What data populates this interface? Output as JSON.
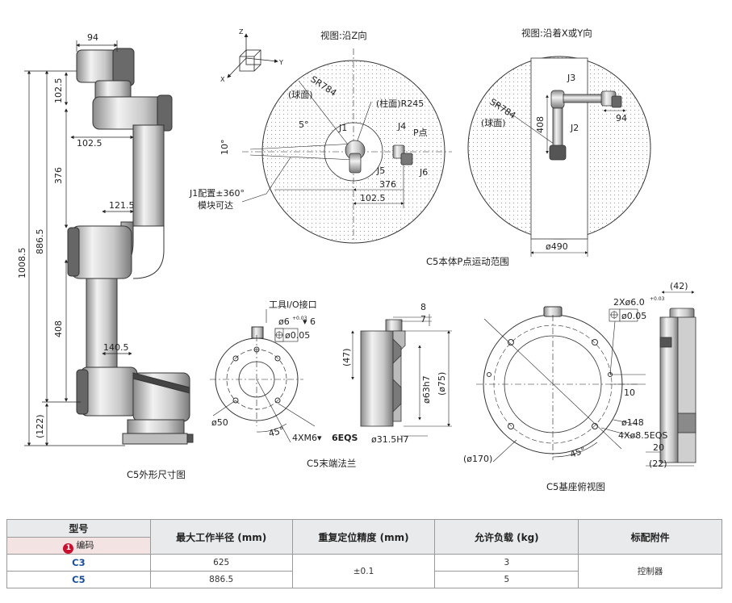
{
  "side_view": {
    "caption": "C5外形尺寸图",
    "dims": {
      "top_width": "94",
      "upper_offset": "102.5",
      "shoulder_offset": "102.5",
      "upper_arm": "376",
      "elbow_offset": "121.5",
      "total_reach": "886.5",
      "total_height": "1008.5",
      "forearm": "408",
      "wrist_offset": "140.5",
      "base_height": "(122)"
    }
  },
  "z_view": {
    "title": "视图:沿Z向",
    "axis_z": "Z",
    "axis_x": "X",
    "axis_y": "Y",
    "sphere_radius": "SR784",
    "sphere_note": "(球面)",
    "cylinder_radius": "(柱面)R245",
    "angle_5": "5°",
    "angle_10": "10°",
    "j1": "J1",
    "j4": "J4",
    "p_point": "P点",
    "j5": "J5",
    "j6": "J6",
    "dim_376": "376",
    "dim_102_5": "102.5",
    "note_line1": "J1配置±360°",
    "note_line2": "模块可达"
  },
  "xy_view": {
    "title": "视图:沿着X或Y向",
    "j3": "J3",
    "j2": "J2",
    "sphere_radius": "SR784",
    "sphere_note": "(球面)",
    "dim_408": "408",
    "dim_94": "94",
    "diameter": "ø490"
  },
  "range_caption": "C5本体P点运动范围",
  "flange": {
    "caption": "C5末端法兰",
    "io_label": "工具I/O接口",
    "hole_spec_dia": "ø6",
    "hole_spec_tol": "+0.03",
    "hole_spec_tol2": "0",
    "hole_spec_depth": "▾ 6",
    "position_tol": "ø0.05",
    "pcd": "ø50",
    "angle": "45°",
    "screw_prefix": "4XM6▾",
    "screw_suffix": "6EQS",
    "bore": "ø31.5H7",
    "dim_8": "8",
    "dim_7": "7",
    "dim_47": "(47)",
    "dim_63": "ø63h7",
    "dim_75": "(ø75)"
  },
  "base": {
    "caption": "C5基座俯视图",
    "pin_spec": "2Xø6.0",
    "pin_tol": "+0.03",
    "pin_tol2": "0",
    "position_tol": "ø0.05",
    "dim_42": "(42)",
    "dim_10": "10",
    "pcd": "ø148",
    "screw": "4Xø8.5EQS",
    "angle": "45°",
    "outer": "(ø170)",
    "dim_20": "20",
    "dim_22": "(22)"
  },
  "table": {
    "col_model": "型号",
    "col_code_badge": "1",
    "col_code": "编码",
    "col_reach": "最大工作半径 (mm)",
    "col_repeat": "重复定位精度 (mm)",
    "col_payload": "允许负载 (kg)",
    "col_accessory": "标配附件",
    "repeat_shared": "±0.1",
    "accessory_shared": "控制器",
    "rows": [
      {
        "model": "C3",
        "reach": "625",
        "payload": "3"
      },
      {
        "model": "C5",
        "reach": "886.5",
        "payload": "5"
      }
    ]
  },
  "colors": {
    "robot_body": "#d8d8d8",
    "robot_dark": "#555555",
    "stroke": "#222222",
    "dot_fill": "#9a9a9a",
    "table_header": "#e9eaec",
    "code_header": "#f3e3e3",
    "model_text": "#1b4f9c",
    "badge": "#c8102e"
  }
}
